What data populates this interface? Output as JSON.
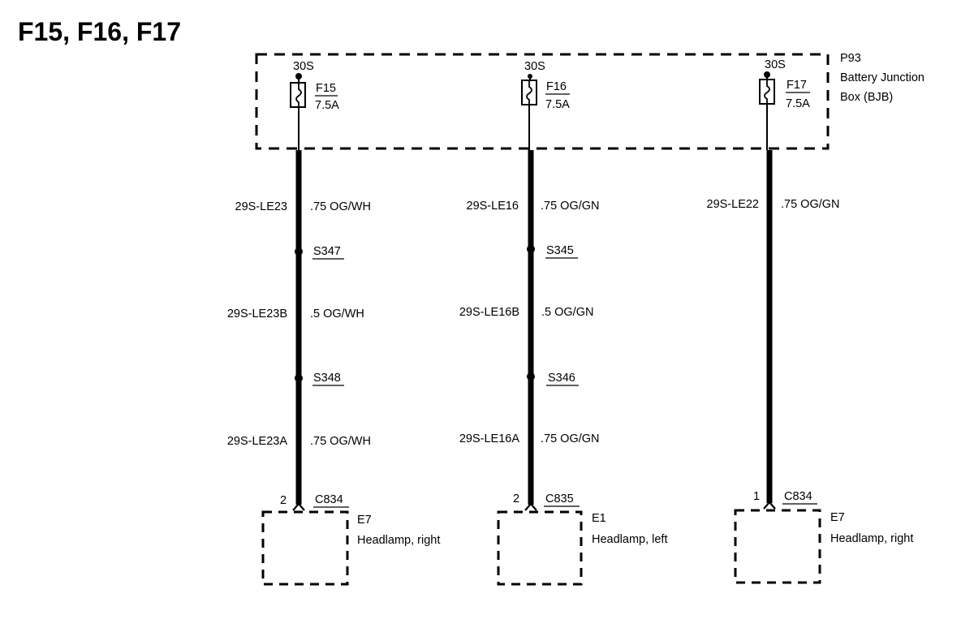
{
  "title": "F15, F16, F17",
  "junction_box": {
    "id": "P93",
    "name_line1": "Battery Junction",
    "name_line2": "Box (BJB)"
  },
  "circuits": [
    {
      "supply": "30S",
      "fuse": "F15",
      "rating": "7.5A",
      "segments": [
        {
          "circuit": "29S-LE23",
          "wire": ".75 OG/WH"
        },
        {
          "circuit": "29S-LE23B",
          "wire": ".5 OG/WH"
        },
        {
          "circuit": "29S-LE23A",
          "wire": ".75 OG/WH"
        }
      ],
      "splices": [
        "S347",
        "S348"
      ],
      "pin": "2",
      "connector": "C834",
      "component_id": "E7",
      "component_name": "Headlamp, right"
    },
    {
      "supply": "30S",
      "fuse": "F16",
      "rating": "7.5A",
      "segments": [
        {
          "circuit": "29S-LE16",
          "wire": ".75 OG/GN"
        },
        {
          "circuit": "29S-LE16B",
          "wire": ".5 OG/GN"
        },
        {
          "circuit": "29S-LE16A",
          "wire": ".75 OG/GN"
        }
      ],
      "splices": [
        "S345",
        "S346"
      ],
      "pin": "2",
      "connector": "C835",
      "component_id": "E1",
      "component_name": "Headlamp, left"
    },
    {
      "supply": "30S",
      "fuse": "F17",
      "rating": "7.5A",
      "segments": [
        {
          "circuit": "29S-LE22",
          "wire": ".75 OG/GN"
        }
      ],
      "splices": [],
      "pin": "1",
      "connector": "C834",
      "component_id": "E7",
      "component_name": "Headlamp, right"
    }
  ]
}
